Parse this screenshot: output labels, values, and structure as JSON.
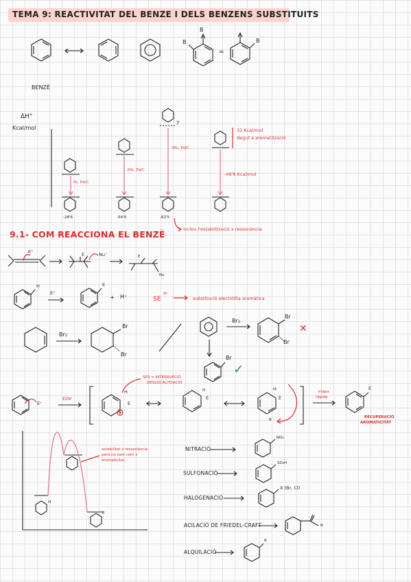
{
  "title": "TEMA 9: REACTIVITAT DEL BENZE I DELS BENZENS SUBSTITUITS",
  "resonance": {
    "label": "BENZÈ",
    "sub_B": "B",
    "sub_B2": "B",
    "sub_B3": "B",
    "equals": "="
  },
  "energy": {
    "ylabel_1": "ΔH°",
    "ylabel_2": "Kcal/mol",
    "cond_1": "H₂, Pd/C",
    "cond_2": "2H₂, Pd/C",
    "cond_3": "3H₂, Pd/C",
    "question": "?",
    "values": [
      "-28'6",
      "-54'9",
      "-82'5"
    ],
    "note_1": "33 Kcal/mol",
    "note_2": "degut a aromatització",
    "note_3": "-49'8 Kcal/mol",
    "footnote": "inclou l'estabilització x ressonància"
  },
  "section": {
    "heading": "9.1- COM REACCIONA EL BENZÈ",
    "e_plus": "E⁺",
    "nu_minus": "Nu⁻",
    "e_label": "E",
    "nu_label": "Nu",
    "h_label": "H",
    "e_plus_2": "E⁺",
    "plus": "+",
    "h_plus": "H⁺",
    "se_label": "SE",
    "se_sup": "Ar",
    "se_desc": "substitució electròfila aromàtica",
    "br2": "Br₂",
    "br": "Br",
    "br2_b": "Br₂",
    "x_mark": "✕",
    "check": "✓"
  },
  "mechanism": {
    "e_plus": "E⁺",
    "edv": "EDV",
    "sp3_1": "SP3 = INTERRUPCIÓ",
    "sp3_2": "DESLOCALITZACIÓ",
    "e": "E",
    "h": "H",
    "b": "B",
    "etapa_1": "etapa",
    "etapa_2": "ràpida",
    "recup_1": "RECUPERACIÓ",
    "recup_2": "AROMATICITAT"
  },
  "profile": {
    "note_1": "estabilitat x ressonància",
    "note_2": "però no tant com x",
    "note_3": "aromaticitat",
    "h": "H",
    "e": "E"
  },
  "reactions": [
    {
      "name": "NITRACIÓ",
      "sub": "NO₂"
    },
    {
      "name": "SULFONACIÓ",
      "sub": "SO₃H"
    },
    {
      "name": "HALOGENACIÓ",
      "sub": "X (Br, Cl)"
    },
    {
      "name": "ACILACIÓ DE FRIEDEL-CRAFT",
      "sub": "R"
    },
    {
      "name": "ALQUILACIÓ",
      "sub": "R"
    }
  ]
}
